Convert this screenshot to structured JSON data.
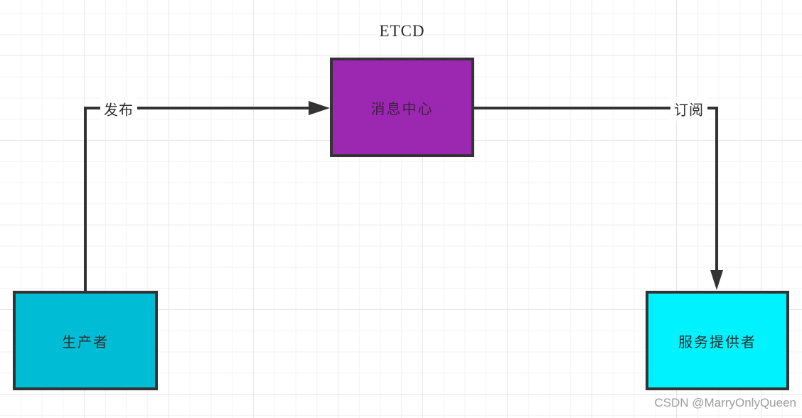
{
  "diagram": {
    "title": "ETCD",
    "nodes": [
      {
        "id": "message-center",
        "label": "消息中心",
        "color": "#9C27B0"
      },
      {
        "id": "producer",
        "label": "生产者",
        "color": "#00BCD4"
      },
      {
        "id": "service-provider",
        "label": "服务提供者",
        "color": "#00F2FF"
      }
    ],
    "edges": [
      {
        "from": "producer",
        "to": "message-center",
        "label": "发布"
      },
      {
        "from": "message-center",
        "to": "service-provider",
        "label": "订阅"
      }
    ],
    "stroke_color": "#333333",
    "grid_minor_color": "#f3f3f3",
    "grid_major_color": "#e7e7e7"
  },
  "watermark": "CSDN @MarryOnlyQueen"
}
